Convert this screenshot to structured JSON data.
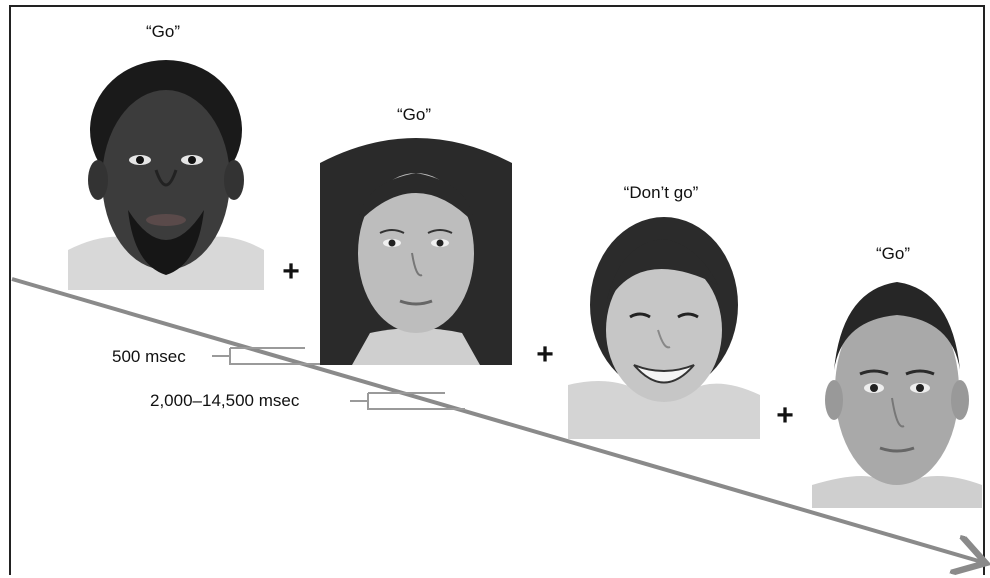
{
  "trials": [
    {
      "caption": "“Go”",
      "face": "face-male-1"
    },
    {
      "caption": "“Go”",
      "face": "face-female-1"
    },
    {
      "caption": "“Don’t go”",
      "face": "face-female-2"
    },
    {
      "caption": "“Go”",
      "face": "face-male-2"
    }
  ],
  "fixation_symbol": "+",
  "timing": {
    "stimulus_duration": "500 msec",
    "interval_duration": "2,000–14,500 msec"
  },
  "colors": {
    "timeline": "#8a8a8a",
    "bracket": "#9a9a9a",
    "text": "#111111"
  }
}
